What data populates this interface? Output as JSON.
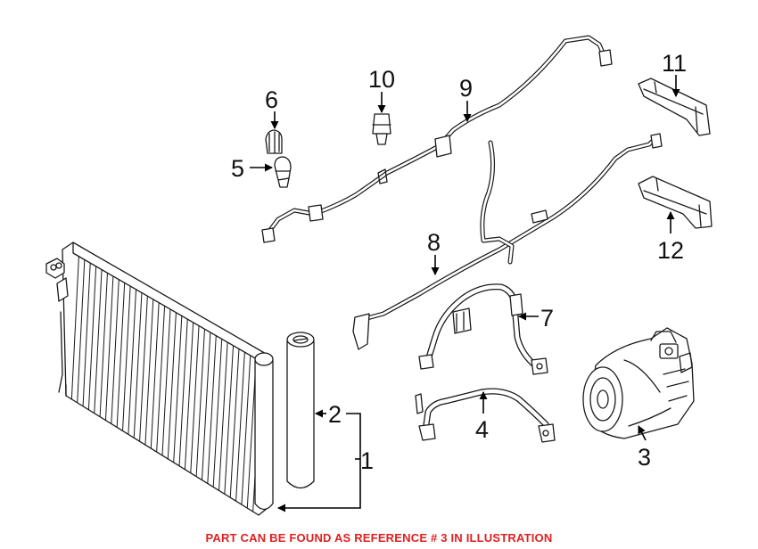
{
  "colors": {
    "footer_text": "#e02020",
    "line_art": "#1a1a1a",
    "background": "#ffffff"
  },
  "callouts": {
    "c1": "1",
    "c2": "2",
    "c3": "3",
    "c4": "4",
    "c5": "5",
    "c6": "6",
    "c7": "7",
    "c8": "8",
    "c9": "9",
    "c10": "10",
    "c11": "11",
    "c12": "12"
  },
  "footer": {
    "note": "PART CAN BE FOUND AS REFERENCE # 3 IN ILLUSTRATION"
  }
}
